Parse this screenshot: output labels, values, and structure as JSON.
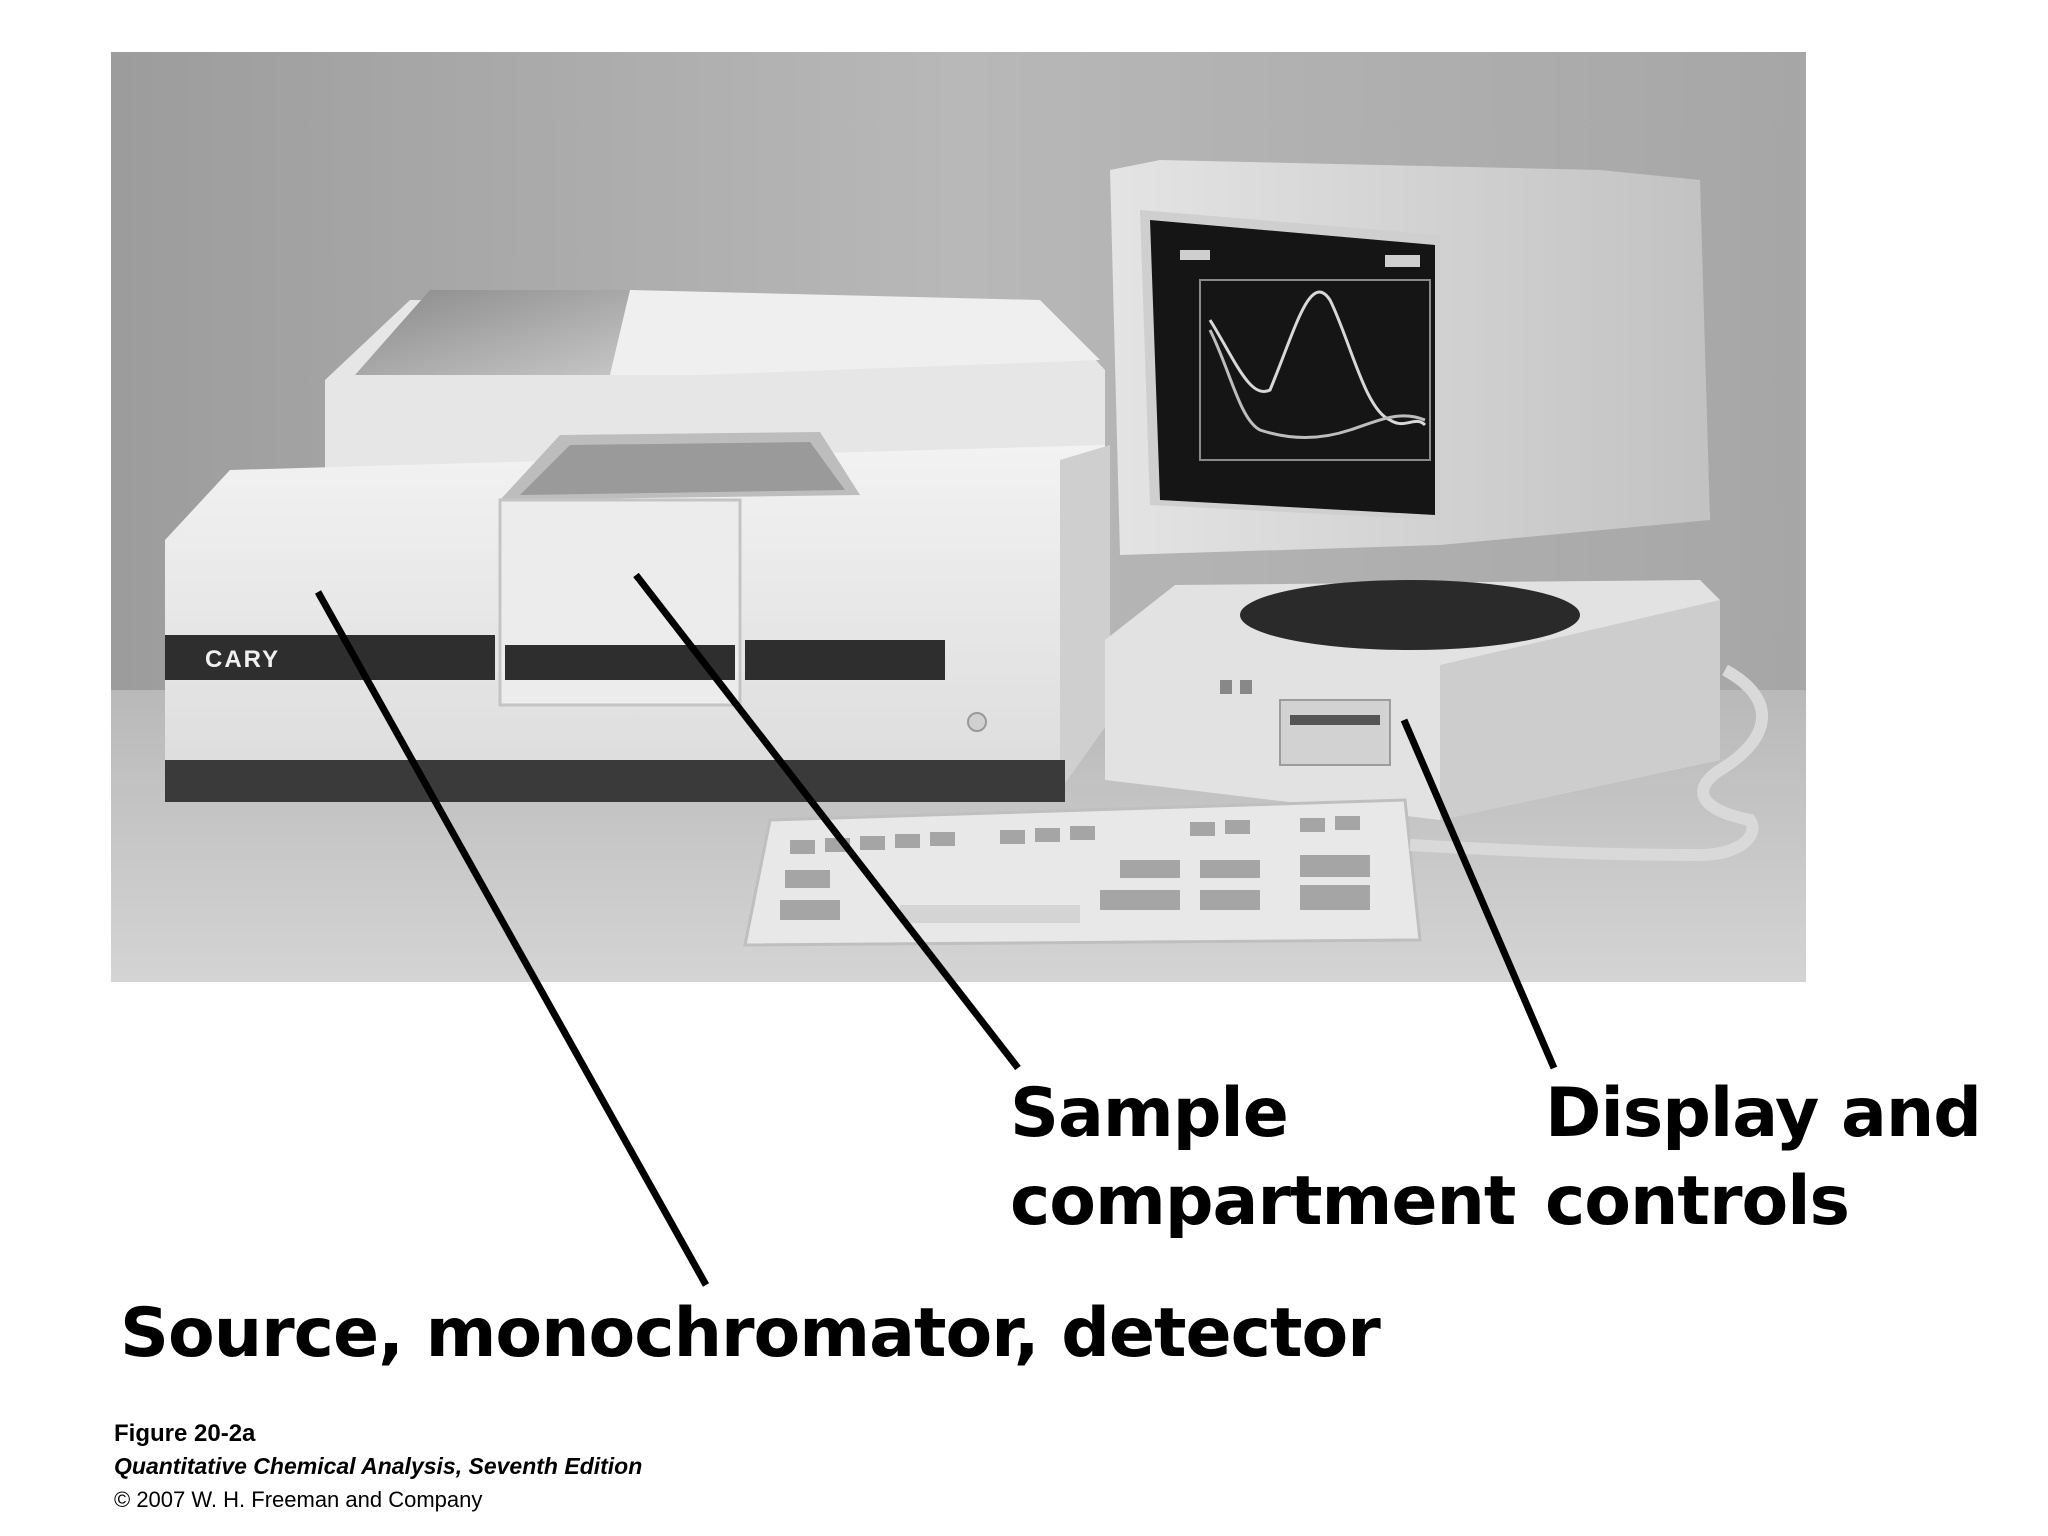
{
  "photo": {
    "alt_icons": [
      "spectrophotometer-icon",
      "crt-monitor-icon",
      "desktop-pc-icon",
      "keyboard-icon"
    ],
    "instrument_brand": "CARY",
    "colors": {
      "background": "#b0b0b0",
      "floor": "#c9c9c9",
      "instrument_body": "#e8e8e8",
      "stripe": "#2e2e2e",
      "screen": "#151515",
      "trace": "#d8d8d8"
    }
  },
  "labels": {
    "sample": {
      "line1": "Sample",
      "line2": "compartment"
    },
    "display": {
      "line1": "Display and",
      "line2": "controls"
    },
    "source": {
      "text": "Source, monochromator, detector"
    }
  },
  "caption": {
    "figure": "Figure 20-2a",
    "book": "Quantitative Chemical Analysis, Seventh Edition",
    "copyright": "© 2007 W. H. Freeman and Company"
  }
}
